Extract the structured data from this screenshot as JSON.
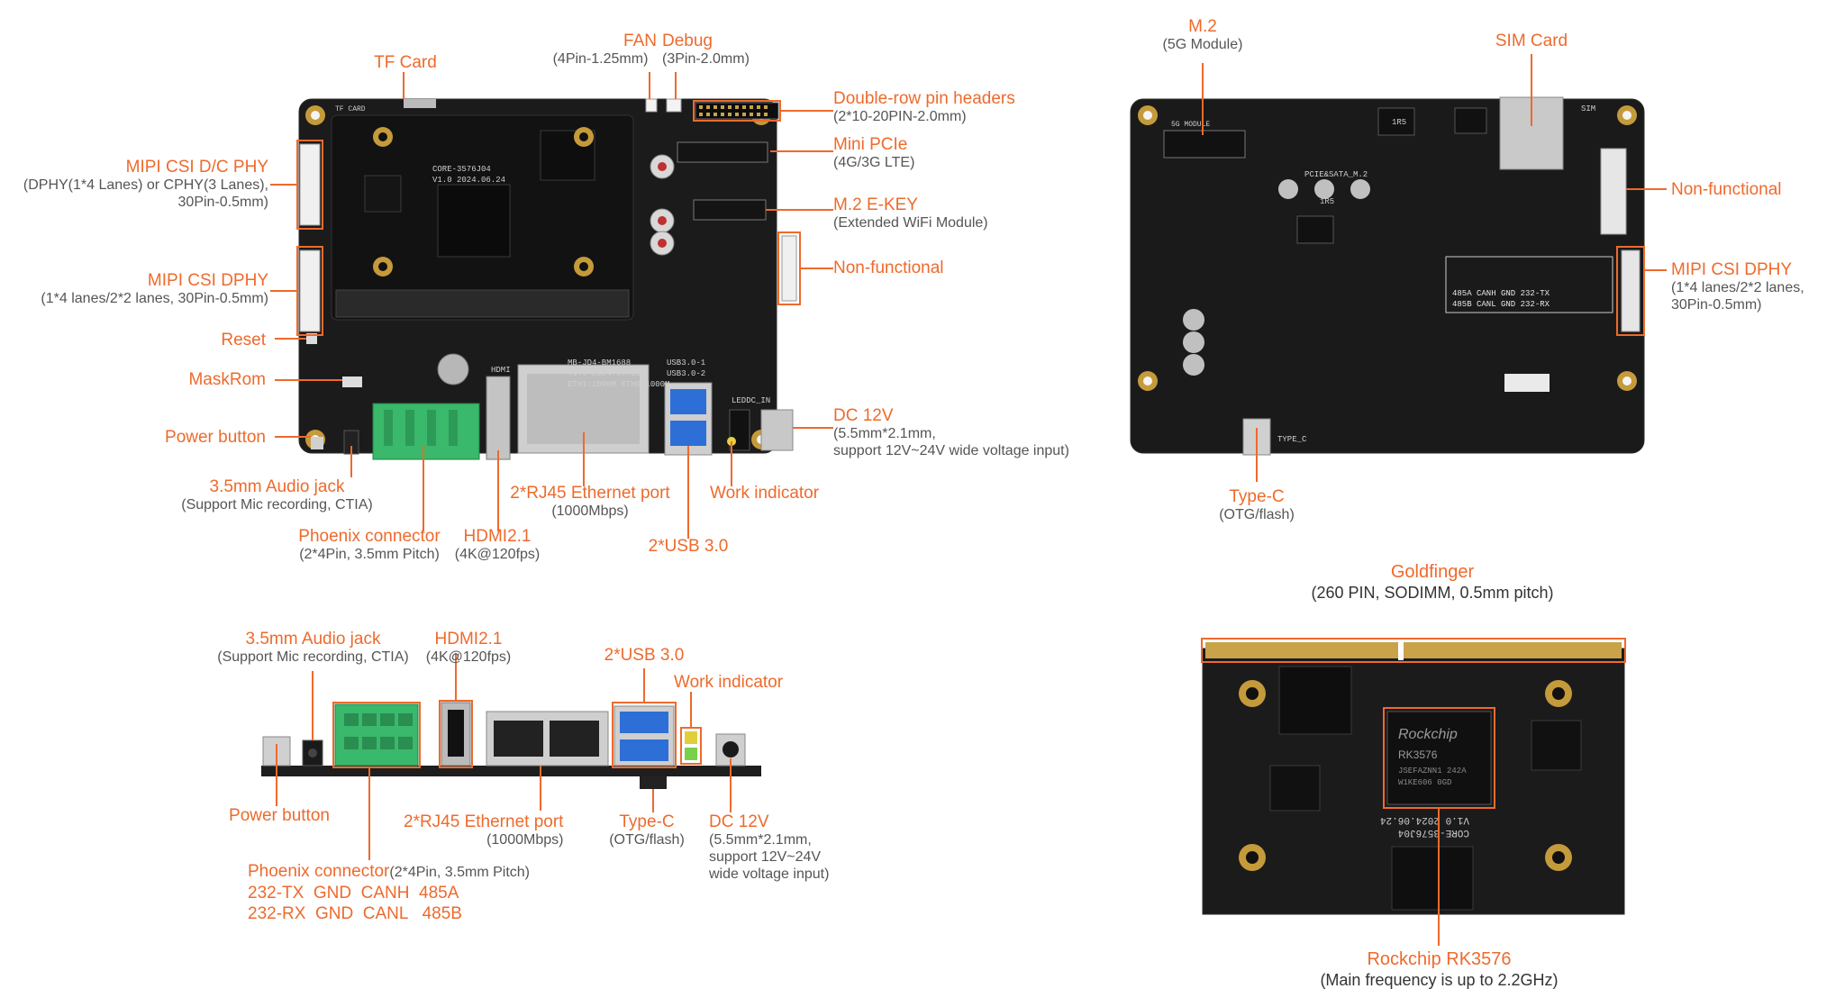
{
  "top_board": {
    "tf_card": {
      "title": "TF Card"
    },
    "fan": {
      "title": "FAN",
      "sub": "(4Pin-1.25mm)"
    },
    "debug": {
      "title": "Debug",
      "sub": "(3Pin-2.0mm)"
    },
    "pin_headers": {
      "title": "Double-row pin headers",
      "sub": "(2*10-20PIN-2.0mm)"
    },
    "mini_pcie": {
      "title": "Mini PCIe",
      "sub": "(4G/3G LTE)"
    },
    "m2_ekey": {
      "title": "M.2 E-KEY",
      "sub": "(Extended WiFi Module)"
    },
    "non_functional": {
      "title": "Non-functional"
    },
    "dc12v": {
      "title": "DC 12V",
      "sub1": "(5.5mm*2.1mm,",
      "sub2": "support 12V~24V wide voltage input)"
    },
    "work_indicator": {
      "title": "Work indicator"
    },
    "usb30": {
      "title": "2*USB 3.0"
    },
    "rj45": {
      "title": "2*RJ45 Ethernet port",
      "sub": "(1000Mbps)"
    },
    "hdmi": {
      "title": "HDMI2.1",
      "sub": "(4K@120fps)"
    },
    "phoenix": {
      "title": "Phoenix connector",
      "sub": "(2*4Pin, 3.5mm Pitch)"
    },
    "audio": {
      "title": "3.5mm Audio jack",
      "sub": "(Support Mic recording, CTIA)"
    },
    "power": {
      "title": "Power button"
    },
    "maskrom": {
      "title": "MaskRom"
    },
    "reset": {
      "title": "Reset"
    },
    "csi_dphy": {
      "title": "MIPI CSI DPHY",
      "sub": "(1*4 lanes/2*2 lanes, 30Pin-0.5mm)"
    },
    "csi_dcphy": {
      "title": "MIPI CSI D/C PHY",
      "sub1": "(DPHY(1*4 Lanes) or CPHY(3 Lanes),",
      "sub2": "30Pin-0.5mm)"
    },
    "silk": {
      "core": "CORE-3576J04",
      "ver": "V1.0 2024.06.24",
      "board": "MB-JD4-BM1688",
      "bver": "V1.0 2024.07.05",
      "usb1": "USB3.0-1",
      "usb2": "USB3.0-2",
      "eth": "ETH1:1000M ETH0:1000M",
      "hdmi": "HDMI",
      "led": "LEDDC_IN",
      "tf": "TF CARD"
    }
  },
  "back_board": {
    "m2": {
      "title": "M.2",
      "sub": "(5G Module)"
    },
    "sim": {
      "title": "SIM Card"
    },
    "non_functional": {
      "title": "Non-functional"
    },
    "csi_dphy": {
      "title": "MIPI CSI DPHY",
      "sub1": "(1*4 lanes/2*2 lanes,",
      "sub2": "30Pin-0.5mm)"
    },
    "typec": {
      "title": "Type-C",
      "sub": "(OTG/flash)"
    },
    "silk": {
      "module": "5G MODULE",
      "pcie": "PCIE&SATA_M.2",
      "sim": "SIM",
      "t1": "485A CANH GND 232-TX",
      "t2": "485B CANL GND 232-RX",
      "tc": "TYPE_C",
      "ic1": "1R5",
      "ic2": "1R5"
    }
  },
  "side_view": {
    "audio": {
      "title": "3.5mm Audio jack",
      "sub": "(Support Mic recording, CTIA)"
    },
    "hdmi": {
      "title": "HDMI2.1",
      "sub": "(4K@120fps)"
    },
    "usb30": {
      "title": "2*USB 3.0"
    },
    "work_indicator": {
      "title": "Work indicator"
    },
    "power": {
      "title": "Power button"
    },
    "rj45": {
      "title": "2*RJ45 Ethernet port",
      "sub": "(1000Mbps)"
    },
    "typec": {
      "title": "Type-C",
      "sub": "(OTG/flash)"
    },
    "dc12v": {
      "title": "DC 12V",
      "sub1": "(5.5mm*2.1mm,",
      "sub2": "support 12V~24V",
      "sub3": "wide voltage input)"
    },
    "phoenix": {
      "title": "Phoenix connector",
      "sub": "(2*4Pin, 3.5mm Pitch)",
      "row1": "232-TX  GND  CANH  485A",
      "row2": "232-RX  GND  CANL   485B"
    }
  },
  "core_module": {
    "goldfinger": {
      "title": "Goldfinger",
      "sub": "(260 PIN, SODIMM, 0.5mm pitch)"
    },
    "rk3576": {
      "title": "Rockchip RK3576",
      "sub": "(Main frequency is up to 2.2GHz)"
    },
    "silk": {
      "brand": "Rockchip",
      "chip": "RK3576",
      "code1": "JSEFAZNN1 242A",
      "code2": "W1KE606 0GD",
      "ver": "V1.0 2024.06.24",
      "name": "CORE-3576J04"
    }
  },
  "colors": {
    "accent": "#ee6a2c",
    "pcb": "#1c1c1c",
    "phoenix": "#3ab86b",
    "gold": "#c9a24a",
    "usb": "#2d6fd6"
  }
}
